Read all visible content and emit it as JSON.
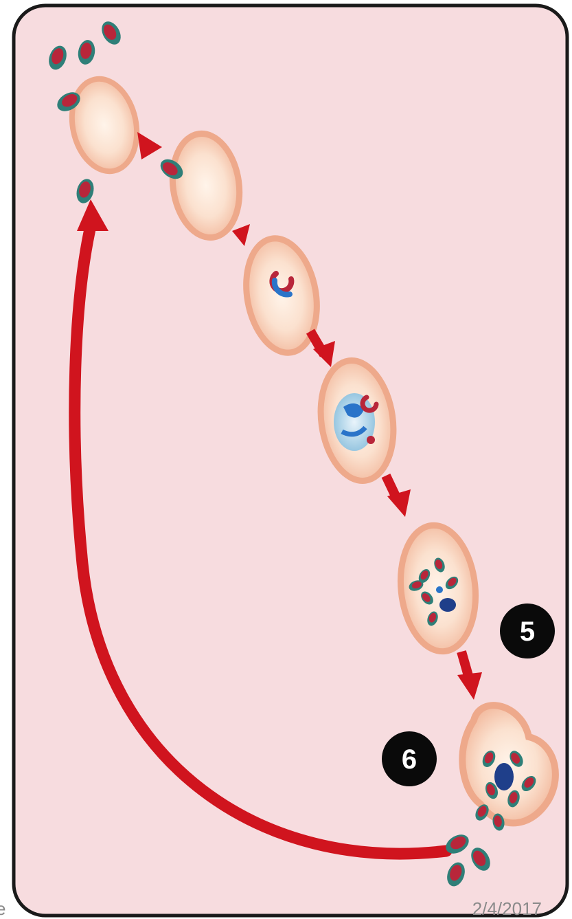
{
  "diagram": {
    "colors": {
      "background": "#f7dcdf",
      "frame": "#1a1a1a",
      "arrow": "#d0141e",
      "cell_fill": "#fbe1cf",
      "cell_rim": "#eea98b",
      "parasite_red": "#b8263a",
      "parasite_teal": "#2f7f78",
      "badge": "#0a0a0a"
    },
    "icons": [
      "red-blood-cell-icon",
      "merozoite-icon",
      "trophozoite-icon",
      "schizont-icon",
      "rupture-icon",
      "cycle-arrow-icon"
    ],
    "badges": {
      "five": "5",
      "six": "6"
    }
  },
  "footer": {
    "left_text": "e",
    "date": "2/4/2017"
  }
}
